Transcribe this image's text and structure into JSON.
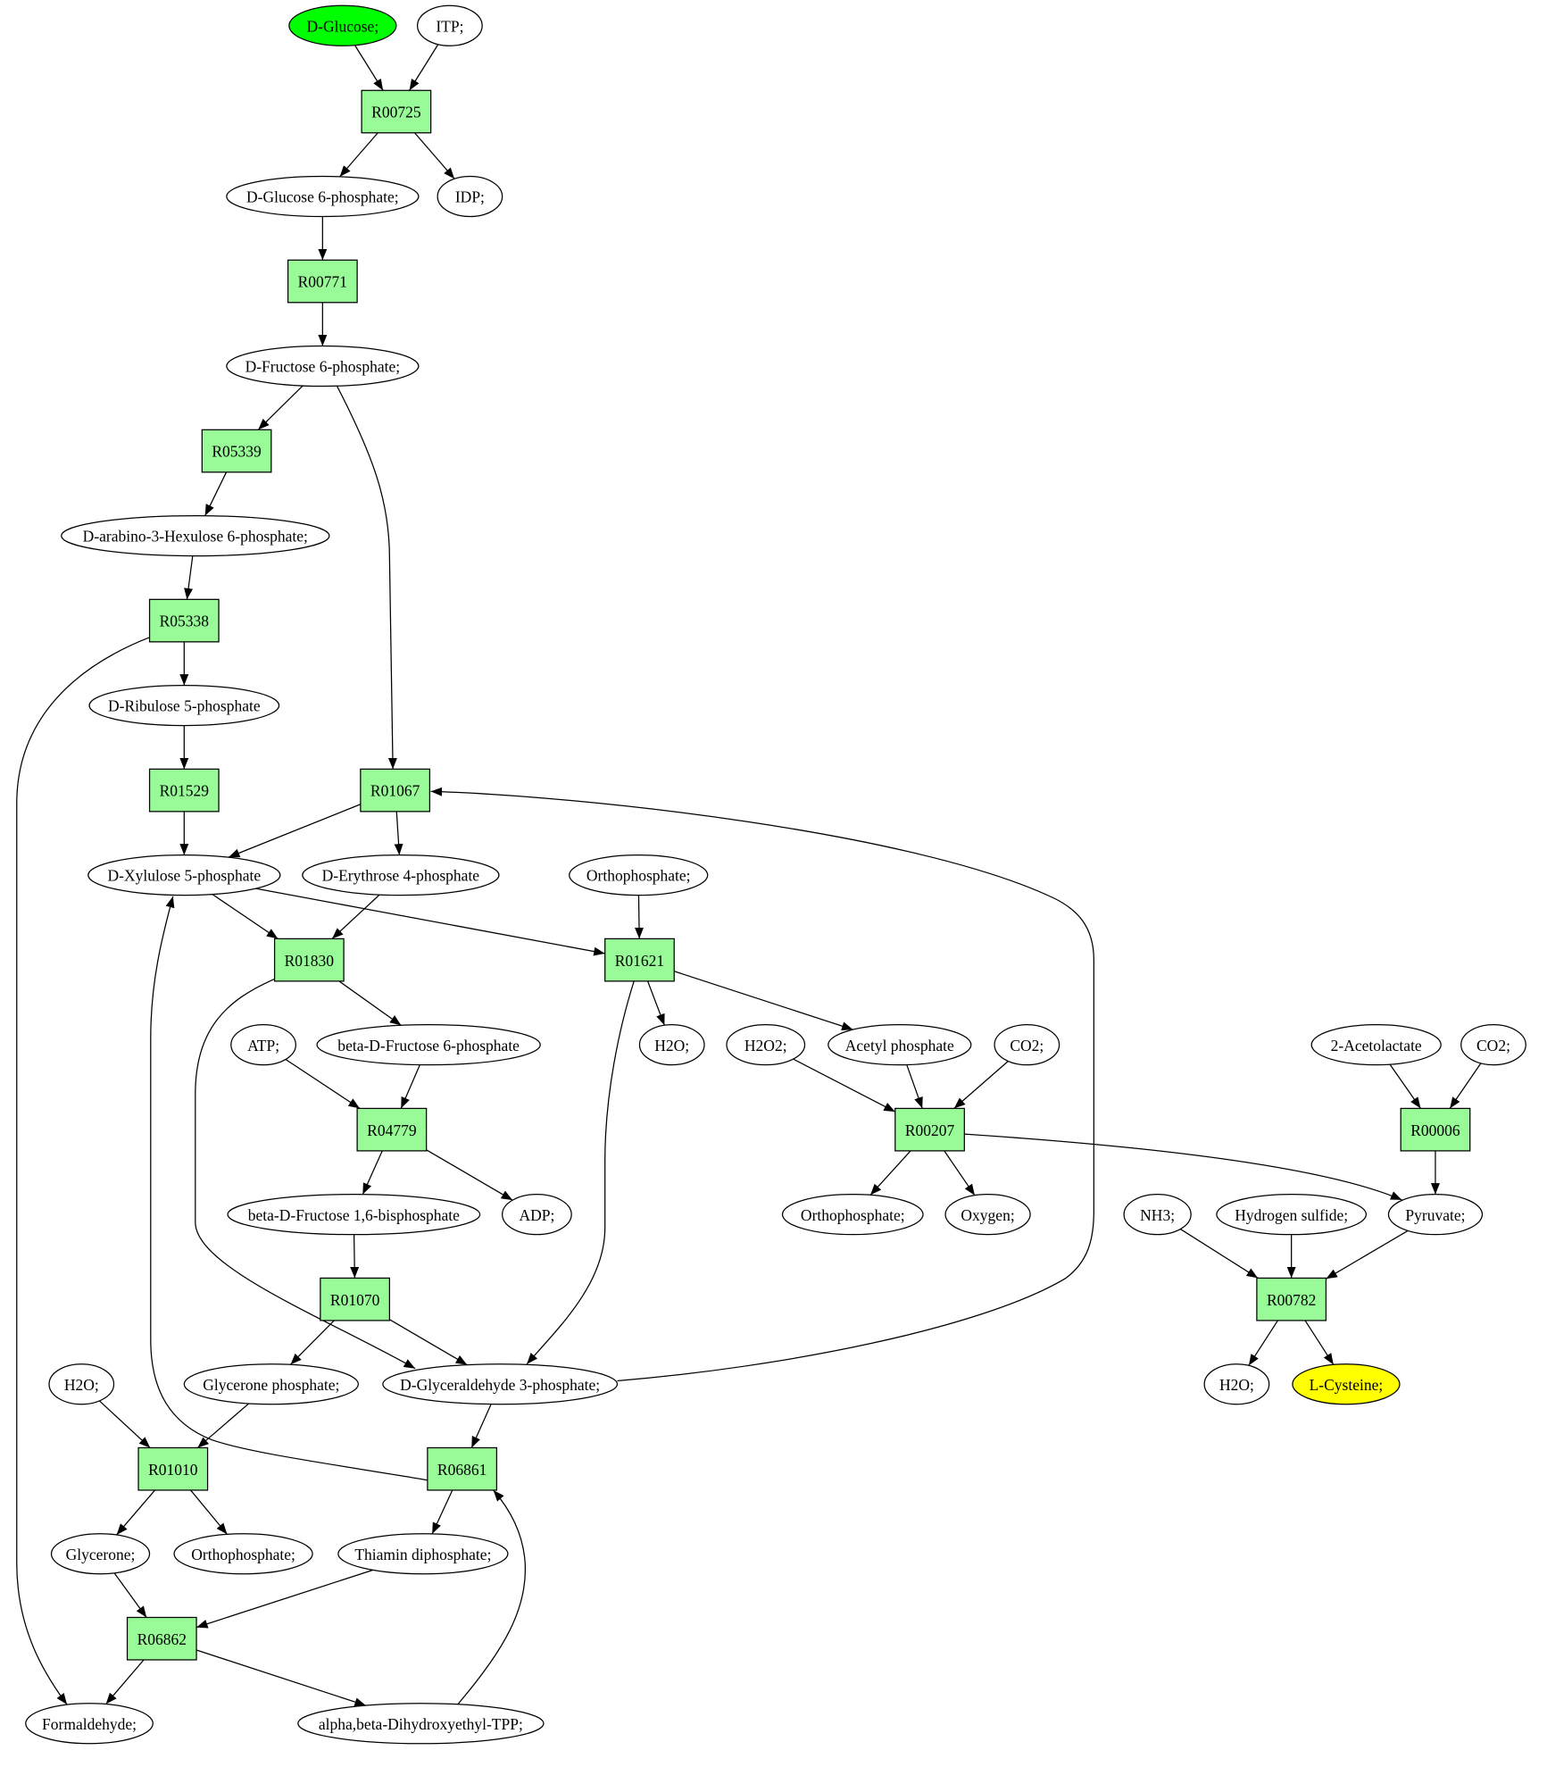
{
  "colors": {
    "background": "#ffffff",
    "stroke": "#000000",
    "compound_fill": "#ffffff",
    "reaction_fill": "#98fb98"
  },
  "nodes": [
    {
      "label": "D-Glucose;",
      "shape": "ellipse",
      "fill": "#00ff00"
    },
    {
      "label": "ITP;",
      "shape": "ellipse"
    },
    {
      "label": "R00725",
      "shape": "box"
    },
    {
      "label": "D-Glucose 6-phosphate;",
      "shape": "ellipse"
    },
    {
      "label": "IDP;",
      "shape": "ellipse"
    },
    {
      "label": "R00771",
      "shape": "box"
    },
    {
      "label": "D-Fructose 6-phosphate;",
      "shape": "ellipse"
    },
    {
      "label": "R05339",
      "shape": "box"
    },
    {
      "label": "D-arabino-3-Hexulose 6-phosphate;",
      "shape": "ellipse"
    },
    {
      "label": "R05338",
      "shape": "box"
    },
    {
      "label": "D-Ribulose 5-phosphate",
      "shape": "ellipse"
    },
    {
      "label": "R01529",
      "shape": "box"
    },
    {
      "label": "R01067",
      "shape": "box"
    },
    {
      "label": "D-Xylulose 5-phosphate",
      "shape": "ellipse"
    },
    {
      "label": "D-Erythrose 4-phosphate",
      "shape": "ellipse"
    },
    {
      "label": "Orthophosphate;",
      "shape": "ellipse"
    },
    {
      "label": "R01830",
      "shape": "box"
    },
    {
      "label": "R01621",
      "shape": "box"
    },
    {
      "label": "ATP;",
      "shape": "ellipse"
    },
    {
      "label": "beta-D-Fructose 6-phosphate",
      "shape": "ellipse"
    },
    {
      "label": "H2O;",
      "shape": "ellipse"
    },
    {
      "label": "H2O2;",
      "shape": "ellipse"
    },
    {
      "label": "Acetyl phosphate",
      "shape": "ellipse"
    },
    {
      "label": "CO2;",
      "shape": "ellipse"
    },
    {
      "label": "2-Acetolactate",
      "shape": "ellipse"
    },
    {
      "label": "CO2;",
      "shape": "ellipse"
    },
    {
      "label": "R04779",
      "shape": "box"
    },
    {
      "label": "R00207",
      "shape": "box"
    },
    {
      "label": "R00006",
      "shape": "box"
    },
    {
      "label": "beta-D-Fructose 1,6-bisphosphate",
      "shape": "ellipse"
    },
    {
      "label": "ADP;",
      "shape": "ellipse"
    },
    {
      "label": "Orthophosphate;",
      "shape": "ellipse"
    },
    {
      "label": "Oxygen;",
      "shape": "ellipse"
    },
    {
      "label": "NH3;",
      "shape": "ellipse"
    },
    {
      "label": "Hydrogen sulfide;",
      "shape": "ellipse"
    },
    {
      "label": "Pyruvate;",
      "shape": "ellipse"
    },
    {
      "label": "R01070",
      "shape": "box"
    },
    {
      "label": "R00782",
      "shape": "box"
    },
    {
      "label": "H2O;",
      "shape": "ellipse"
    },
    {
      "label": "Glycerone phosphate;",
      "shape": "ellipse"
    },
    {
      "label": "D-Glyceraldehyde 3-phosphate;",
      "shape": "ellipse"
    },
    {
      "label": "H2O;",
      "shape": "ellipse"
    },
    {
      "label": "L-Cysteine;",
      "shape": "ellipse",
      "fill": "#ffff00"
    },
    {
      "label": "R01010",
      "shape": "box"
    },
    {
      "label": "R06861",
      "shape": "box"
    },
    {
      "label": "Glycerone;",
      "shape": "ellipse"
    },
    {
      "label": "Orthophosphate;",
      "shape": "ellipse"
    },
    {
      "label": "Thiamin diphosphate;",
      "shape": "ellipse"
    },
    {
      "label": "R06862",
      "shape": "box"
    },
    {
      "label": "Formaldehyde;",
      "shape": "ellipse"
    },
    {
      "label": "alpha,beta-Dihydroxyethyl-TPP;",
      "shape": "ellipse"
    }
  ],
  "edges": [
    [
      0,
      2
    ],
    [
      1,
      2
    ],
    [
      2,
      3
    ],
    [
      2,
      4
    ],
    [
      3,
      5
    ],
    [
      5,
      6
    ],
    [
      6,
      7
    ],
    [
      6,
      12
    ],
    [
      7,
      8
    ],
    [
      8,
      9
    ],
    [
      9,
      10
    ],
    [
      9,
      49
    ],
    [
      10,
      11
    ],
    [
      11,
      13
    ],
    [
      12,
      13
    ],
    [
      12,
      14
    ],
    [
      13,
      16
    ],
    [
      13,
      17
    ],
    [
      14,
      16
    ],
    [
      15,
      17
    ],
    [
      16,
      19
    ],
    [
      16,
      40
    ],
    [
      17,
      20
    ],
    [
      17,
      22
    ],
    [
      17,
      40
    ],
    [
      18,
      26
    ],
    [
      19,
      26
    ],
    [
      21,
      27
    ],
    [
      22,
      27
    ],
    [
      23,
      27
    ],
    [
      24,
      28
    ],
    [
      25,
      28
    ],
    [
      26,
      29
    ],
    [
      26,
      30
    ],
    [
      27,
      31
    ],
    [
      27,
      32
    ],
    [
      27,
      35
    ],
    [
      28,
      35
    ],
    [
      29,
      36
    ],
    [
      36,
      39
    ],
    [
      36,
      40
    ],
    [
      33,
      37
    ],
    [
      34,
      37
    ],
    [
      35,
      37
    ],
    [
      37,
      41
    ],
    [
      37,
      42
    ],
    [
      38,
      43
    ],
    [
      39,
      43
    ],
    [
      40,
      12
    ],
    [
      40,
      44
    ],
    [
      43,
      45
    ],
    [
      43,
      46
    ],
    [
      44,
      13
    ],
    [
      44,
      47
    ],
    [
      45,
      48
    ],
    [
      47,
      48
    ],
    [
      48,
      49
    ],
    [
      48,
      50
    ],
    [
      50,
      44
    ]
  ]
}
